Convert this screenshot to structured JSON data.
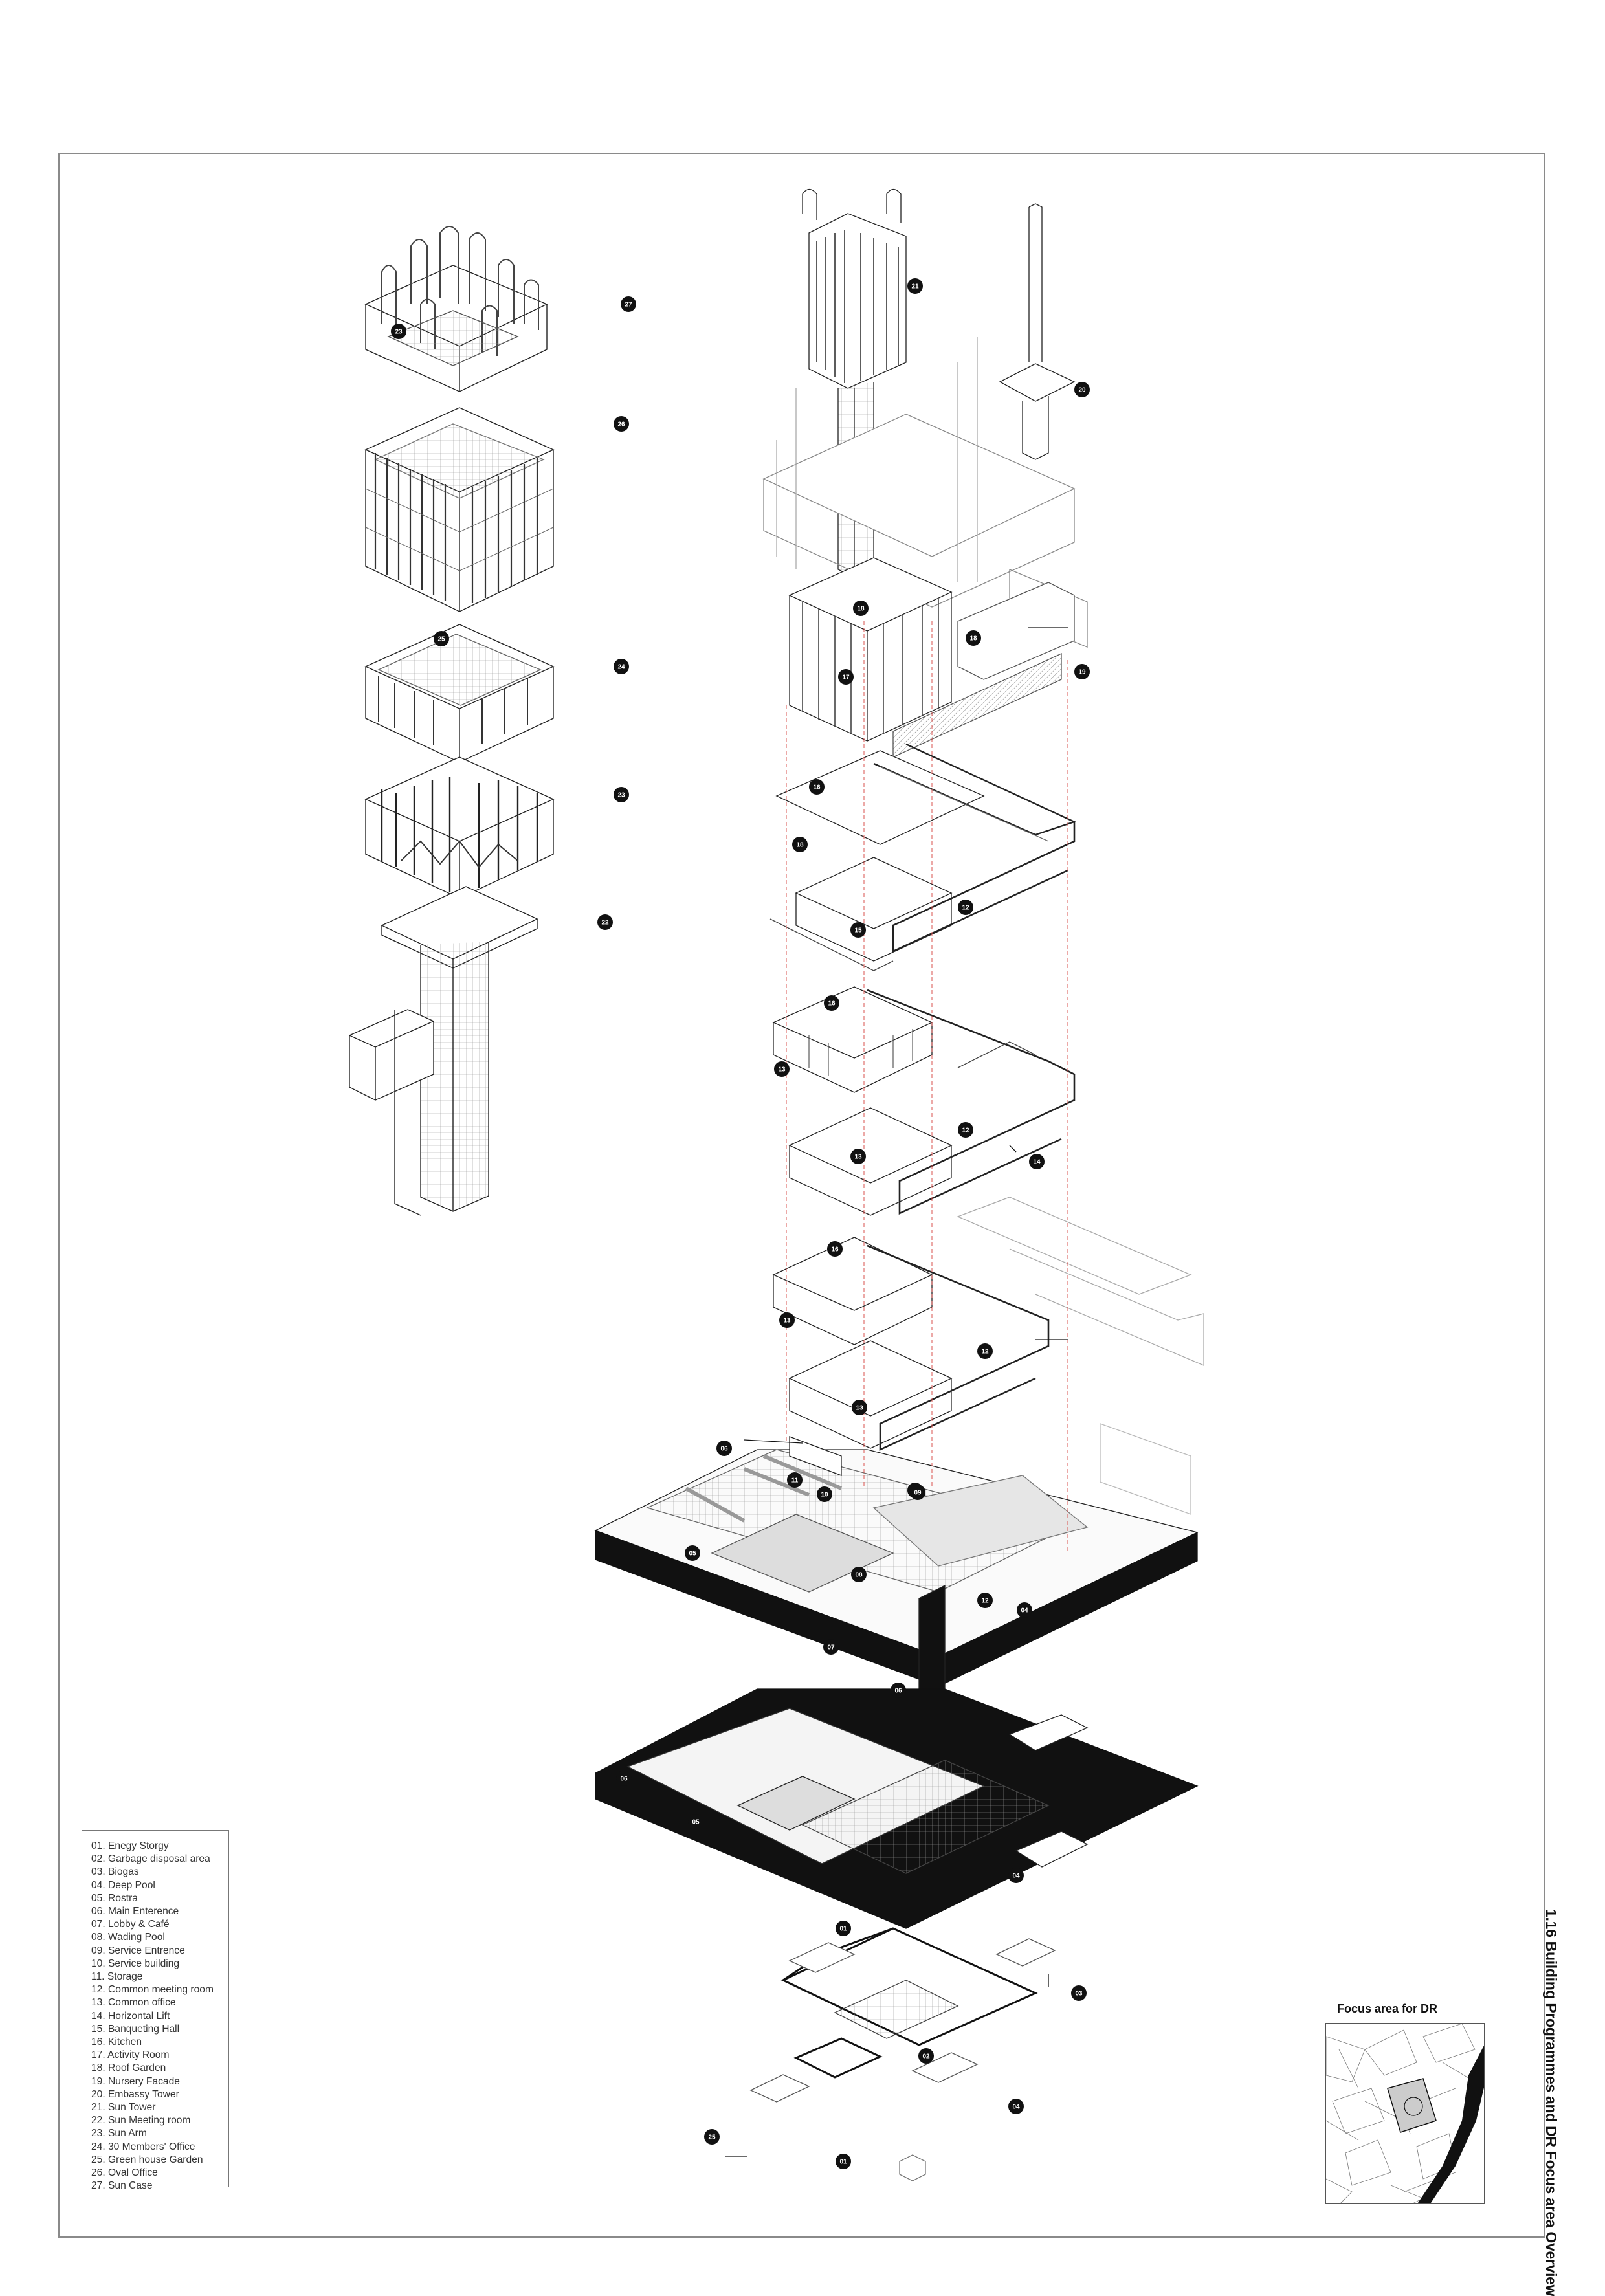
{
  "legend": {
    "items": [
      "01. Enegy Storgy",
      "02. Garbage disposal area",
      "03. Biogas",
      "04. Deep Pool",
      "05. Rostra",
      "06. Main Enterence",
      "07. Lobby & Café",
      "08. Wading Pool",
      "09. Service Entrence",
      "10. Service building",
      "11. Storage",
      "12. Common meeting room",
      "13. Common office",
      "14. Horizontal Lift",
      "15. Banqueting Hall",
      "16. Kitchen",
      "17. Activity Room",
      "18. Roof Garden",
      "19. Nursery Facade",
      "20. Embassy Tower",
      "21. Sun Tower",
      "22. Sun Meeting room",
      "23. Sun Arm",
      "24. 30 Members' Office",
      "25. Green house Garden",
      "26. Oval Office",
      "27. Sun Case"
    ]
  },
  "sheet_title": "1.16 Building Programmes and DR Focus  area Overview",
  "focus_map": {
    "title": "Focus area for  DR"
  },
  "tags": {
    "t01a": "01",
    "t01b": "01",
    "t02a": "02",
    "t03a": "03",
    "t04a": "04",
    "t04b": "04",
    "t04c": "04",
    "t05a": "05",
    "t05b": "05",
    "t06a": "06",
    "t06b": "06",
    "t06c": "06",
    "t07": "07",
    "t08": "08",
    "t09": "09",
    "t10": "10",
    "t11": "11",
    "t12a": "12",
    "t12b": "12",
    "t12c": "12",
    "t12d": "12",
    "t13a": "13",
    "t13b": "13",
    "t13c": "13",
    "t13d": "13",
    "t14": "14",
    "t15": "15",
    "t16a": "16",
    "t16b": "16",
    "t16c": "16",
    "t17": "17",
    "t18a": "18",
    "t18b": "18",
    "t18c": "18",
    "t19": "19",
    "t20": "20",
    "t21": "21",
    "t22": "22",
    "t23a": "23",
    "t23b": "23",
    "t24": "24",
    "t25a": "25",
    "t25b": "25",
    "t26": "26",
    "t27": "27",
    "t09b": "09"
  }
}
